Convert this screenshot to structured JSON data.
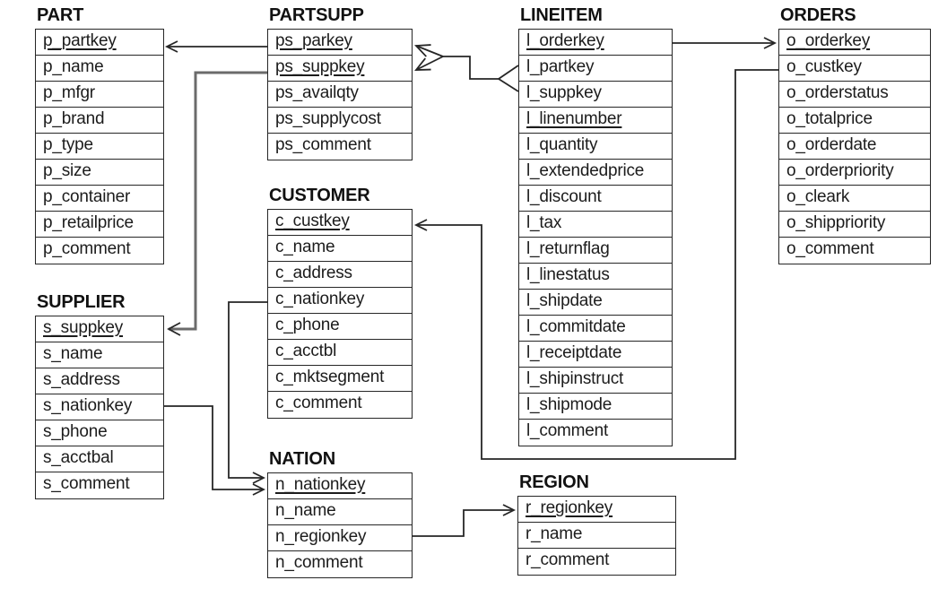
{
  "diagram": {
    "kind": "database-schema-er-diagram",
    "colors": {
      "line": "#262626",
      "supplier_link_line": "#6b6b6b",
      "background": "#ffffff",
      "text": "#1c1c1c"
    }
  },
  "tables": [
    {
      "name": "PART",
      "columns": [
        {
          "name": "p_partkey",
          "pk": true
        },
        {
          "name": "p_name",
          "pk": false
        },
        {
          "name": "p_mfgr",
          "pk": false
        },
        {
          "name": "p_brand",
          "pk": false
        },
        {
          "name": "p_type",
          "pk": false
        },
        {
          "name": "p_size",
          "pk": false
        },
        {
          "name": "p_container",
          "pk": false
        },
        {
          "name": "p_retailprice",
          "pk": false
        },
        {
          "name": "p_comment",
          "pk": false
        }
      ]
    },
    {
      "name": "PARTSUPP",
      "columns": [
        {
          "name": "ps_parkey",
          "pk": true
        },
        {
          "name": "ps_suppkey",
          "pk": true
        },
        {
          "name": "ps_availqty",
          "pk": false
        },
        {
          "name": "ps_supplycost",
          "pk": false
        },
        {
          "name": "ps_comment",
          "pk": false
        }
      ]
    },
    {
      "name": "LINEITEM",
      "columns": [
        {
          "name": "l_orderkey",
          "pk": true
        },
        {
          "name": "l_partkey",
          "pk": false
        },
        {
          "name": "l_suppkey",
          "pk": false
        },
        {
          "name": "l_linenumber",
          "pk": true
        },
        {
          "name": "l_quantity",
          "pk": false
        },
        {
          "name": "l_extendedprice",
          "pk": false
        },
        {
          "name": "l_discount",
          "pk": false
        },
        {
          "name": "l_tax",
          "pk": false
        },
        {
          "name": "l_returnflag",
          "pk": false
        },
        {
          "name": "l_linestatus",
          "pk": false
        },
        {
          "name": "l_shipdate",
          "pk": false
        },
        {
          "name": "l_commitdate",
          "pk": false
        },
        {
          "name": "l_receiptdate",
          "pk": false
        },
        {
          "name": "l_shipinstruct",
          "pk": false
        },
        {
          "name": "l_shipmode",
          "pk": false
        },
        {
          "name": "l_comment",
          "pk": false
        }
      ]
    },
    {
      "name": "ORDERS",
      "columns": [
        {
          "name": "o_orderkey",
          "pk": true
        },
        {
          "name": "o_custkey",
          "pk": false
        },
        {
          "name": "o_orderstatus",
          "pk": false
        },
        {
          "name": "o_totalprice",
          "pk": false
        },
        {
          "name": "o_orderdate",
          "pk": false
        },
        {
          "name": "o_orderpriority",
          "pk": false
        },
        {
          "name": "o_cleark",
          "pk": false
        },
        {
          "name": "o_shippriority",
          "pk": false
        },
        {
          "name": "o_comment",
          "pk": false
        }
      ]
    },
    {
      "name": "SUPPLIER",
      "columns": [
        {
          "name": "s_suppkey",
          "pk": true
        },
        {
          "name": "s_name",
          "pk": false
        },
        {
          "name": "s_address",
          "pk": false
        },
        {
          "name": "s_nationkey",
          "pk": false
        },
        {
          "name": "s_phone",
          "pk": false
        },
        {
          "name": "s_acctbal",
          "pk": false
        },
        {
          "name": "s_comment",
          "pk": false
        }
      ]
    },
    {
      "name": "CUSTOMER",
      "columns": [
        {
          "name": "c_custkey",
          "pk": true
        },
        {
          "name": "c_name",
          "pk": false
        },
        {
          "name": "c_address",
          "pk": false
        },
        {
          "name": "c_nationkey",
          "pk": false
        },
        {
          "name": "c_phone",
          "pk": false
        },
        {
          "name": "c_acctbl",
          "pk": false
        },
        {
          "name": "c_mktsegment",
          "pk": false
        },
        {
          "name": "c_comment",
          "pk": false
        }
      ]
    },
    {
      "name": "NATION",
      "columns": [
        {
          "name": "n_nationkey",
          "pk": true
        },
        {
          "name": "n_name",
          "pk": false
        },
        {
          "name": "n_regionkey",
          "pk": false
        },
        {
          "name": "n_comment",
          "pk": false
        }
      ]
    },
    {
      "name": "REGION",
      "columns": [
        {
          "name": "r_regionkey",
          "pk": true
        },
        {
          "name": "r_name",
          "pk": false
        },
        {
          "name": "r_comment",
          "pk": false
        }
      ]
    }
  ],
  "relationships": [
    {
      "from": "PARTSUPP.ps_parkey",
      "to": "PART.p_partkey",
      "color": "#262626"
    },
    {
      "from": "PARTSUPP.ps_suppkey",
      "to": "SUPPLIER.s_suppkey",
      "color": "#6b6b6b"
    },
    {
      "from": "LINEITEM.l_partkey + l_suppkey",
      "to": "PARTSUPP.ps_parkey + ps_suppkey",
      "color": "#262626"
    },
    {
      "from": "LINEITEM.l_orderkey",
      "to": "ORDERS.o_orderkey",
      "color": "#262626"
    },
    {
      "from": "ORDERS.o_custkey",
      "to": "CUSTOMER.c_custkey",
      "color": "#262626"
    },
    {
      "from": "CUSTOMER.c_nationkey",
      "to": "NATION.n_nationkey",
      "color": "#262626"
    },
    {
      "from": "SUPPLIER.s_nationkey",
      "to": "NATION.n_nationkey",
      "color": "#262626"
    },
    {
      "from": "NATION.n_regionkey",
      "to": "REGION.r_regionkey",
      "color": "#262626"
    }
  ]
}
